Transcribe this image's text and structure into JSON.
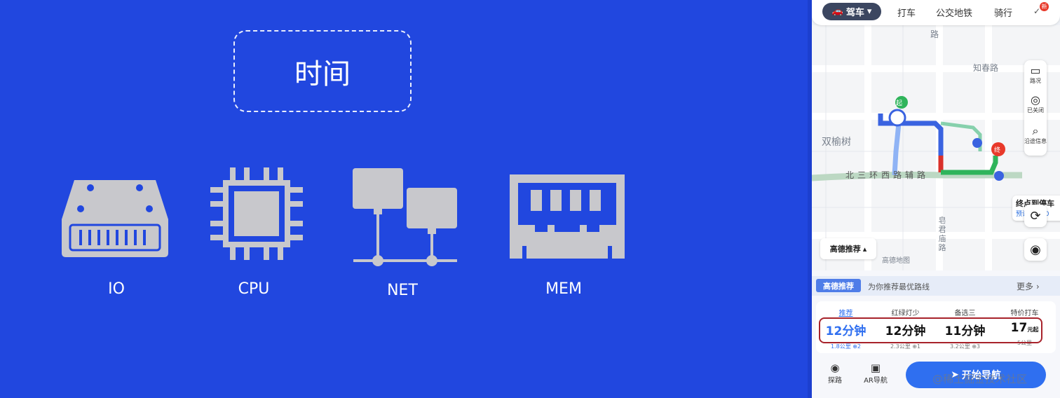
{
  "slide": {
    "time_label": "时间",
    "resources": [
      {
        "label": "IO",
        "icon": "disk-icon"
      },
      {
        "label": "CPU",
        "icon": "cpu-chip-icon"
      },
      {
        "label": "NET",
        "icon": "network-icon"
      },
      {
        "label": "MEM",
        "icon": "memory-module-icon"
      }
    ],
    "colors": {
      "background": "#2147df",
      "icon": "#c8c8cc",
      "text": "#ffffff"
    }
  },
  "phone": {
    "mode": {
      "label": "驾车",
      "icon": "car-icon"
    },
    "tabs": [
      "打车",
      "公交地铁",
      "骑行"
    ],
    "badge": "新",
    "map": {
      "tools": [
        {
          "label": "路况",
          "icon": "traffic-icon"
        },
        {
          "label": "已关闭",
          "icon": "restrict-icon"
        },
        {
          "label": "沿途信息",
          "icon": "search-icon"
        }
      ],
      "street_labels": [
        "知春路",
        "双榆树",
        "北三环西路辅路",
        "皂君庙路",
        "路",
        "高德地图"
      ],
      "start_marker": "起",
      "end_marker": "终",
      "callout_title": "终点到停车",
      "callout_sub": "预计上午10",
      "recommend_chip": "高德推荐"
    },
    "panel": {
      "tag": "高德推荐",
      "description": "为你推荐最优路线",
      "more": "更多",
      "routes": [
        {
          "tag": "推荐",
          "time": "12分钟",
          "meta": "1.8公里 ⊕2",
          "highlight": true
        },
        {
          "tag": "红绿灯少",
          "time": "12分钟",
          "meta": "2.3公里 ⊕1",
          "highlight": false
        },
        {
          "tag": "备选三",
          "time": "11分钟",
          "meta": "3.2公里 ⊕3",
          "highlight": false
        },
        {
          "tag": "特价打车",
          "time": "17",
          "unit": "元起",
          "meta": "5公里",
          "highlight": false
        }
      ],
      "actions": [
        {
          "label": "探路",
          "icon": "radar-icon"
        },
        {
          "label": "AR导航",
          "icon": "ar-icon"
        }
      ],
      "start_button": "开始导航"
    },
    "watermark": "@稀土掘金技术社区"
  }
}
